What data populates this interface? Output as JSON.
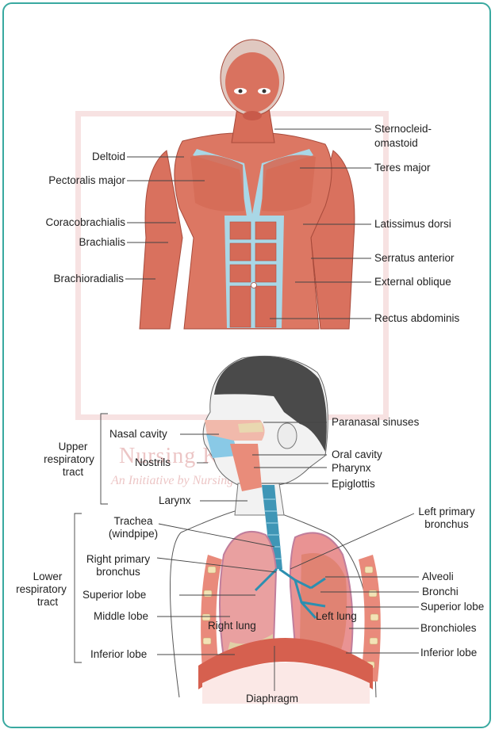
{
  "watermark": {
    "title": "Nursing Knowledge",
    "subtitle": "An Initiative by Nursing Division"
  },
  "muscles": {
    "left": [
      "Deltoid",
      "Pectoralis major",
      "Coracobrachialis",
      "Brachialis",
      "Brachioradialis"
    ],
    "right": [
      "Sternocleid-",
      "omastoid",
      "Teres major",
      "Latissimus dorsi",
      "Serratus anterior",
      "External oblique",
      "Rectus abdominis"
    ]
  },
  "respiratory": {
    "upper_tract": [
      "Upper",
      "respiratory",
      "tract"
    ],
    "lower_tract": [
      "Lower",
      "respiratory",
      "tract"
    ],
    "left": {
      "nasal_cavity": "Nasal cavity",
      "nostrils": "Nostrils",
      "larynx": "Larynx",
      "trachea_1": "Trachea",
      "trachea_2": "(windpipe)",
      "right_primary_1": "Right primary",
      "right_primary_2": "bronchus",
      "superior_lobe": "Superior lobe",
      "middle_lobe": "Middle lobe",
      "inferior_lobe": "Inferior lobe"
    },
    "right": {
      "paranasal": "Paranasal sinuses",
      "oral_cavity": "Oral cavity",
      "pharynx": "Pharynx",
      "epiglottis": "Epiglottis",
      "left_primary_1": "Left primary",
      "left_primary_2": "bronchus",
      "alveoli": "Alveoli",
      "bronchi": "Bronchi",
      "superior_lobe": "Superior lobe",
      "bronchioles": "Bronchioles",
      "inferior_lobe": "Inferior lobe"
    },
    "right_lung": "Right lung",
    "left_lung": "Left lung",
    "diaphragm": "Diaphragm"
  }
}
